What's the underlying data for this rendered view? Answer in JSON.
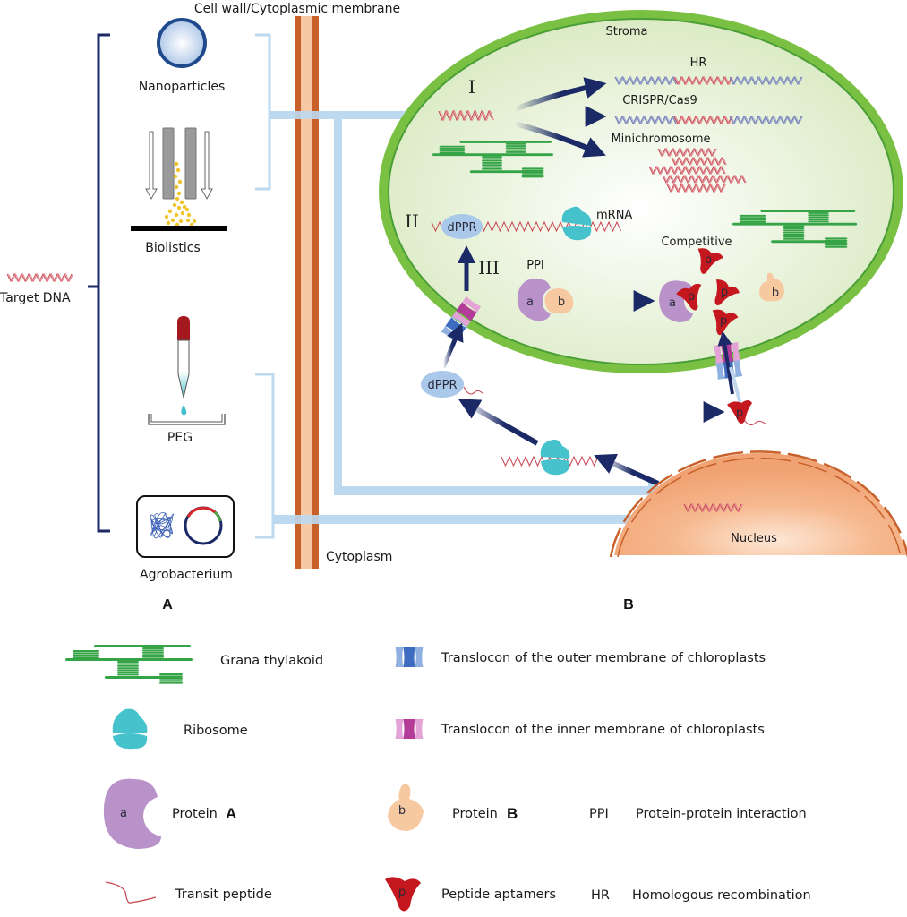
{
  "figure": {
    "top_label": "Cell wall/Cytoplasmic membrane",
    "cytoplasm_label": "Cytoplasm",
    "target_dna_label": "Target DNA",
    "panel_a": "A",
    "panel_b": "B"
  },
  "delivery_methods": [
    {
      "id": "nanoparticles",
      "label": "Nanoparticles"
    },
    {
      "id": "biolistics",
      "label": "Biolistics"
    },
    {
      "id": "peg",
      "label": "PEG"
    },
    {
      "id": "agrobacterium",
      "label": "Agrobacterium"
    }
  ],
  "chloroplast": {
    "stroma_label": "Stroma",
    "route_i": "I",
    "route_ii": "II",
    "route_iii": "III",
    "outcomes": [
      "HR",
      "CRISPR/Cas9",
      "Minichromosome"
    ],
    "mrna_label": "mRNA",
    "dppr_label": "dPPR",
    "ppi_label": "PPI",
    "competitive_label": "Competitive",
    "protein_a_glyph": "a",
    "protein_b_glyph": "b",
    "aptamer_glyph": "p"
  },
  "cytoplasm": {
    "dppr_label": "dPPR",
    "aptamer_glyph": "p"
  },
  "nucleus": {
    "label": "Nucleus"
  },
  "legend": {
    "items": [
      {
        "icon": "grana-thylakoid-icon",
        "label": "Grana thylakoid"
      },
      {
        "icon": "translocon-outer-icon",
        "label": "Translocon of the outer membrane of chloroplasts"
      },
      {
        "icon": "ribosome-icon",
        "label": "Ribosome"
      },
      {
        "icon": "translocon-inner-icon",
        "label": "Translocon of the inner membrane of chloroplasts"
      },
      {
        "icon": "protein-a-icon",
        "label": "Protein",
        "bold": "A",
        "glyph": "a"
      },
      {
        "icon": "protein-b-icon",
        "label": "Protein",
        "bold": "B",
        "glyph": "b"
      },
      {
        "icon": "transit-peptide-icon",
        "label": "Transit peptide"
      },
      {
        "icon": "peptide-aptamer-icon",
        "label": "Peptide aptamers",
        "glyph": "p"
      }
    ],
    "abbreviations": [
      {
        "abbr": "PPI",
        "meaning": "Protein-protein interaction"
      },
      {
        "abbr": "HR",
        "meaning": "Homologous recombination"
      }
    ]
  },
  "colors": {
    "navy": "#1b2a66",
    "light_blue_arrow": "#bcd9ef",
    "membrane_dark": "#c8602a",
    "membrane_light": "#f6c9a4",
    "chloroplast_rim": "#7ac143",
    "chloroplast_fill": "#e6f0d4",
    "thylakoid": "#35a447",
    "dna_red": "#c8444f",
    "dna_blue": "#6a75b0",
    "ribosome": "#45c2cc",
    "protein_a": "#b892c9",
    "protein_b": "#f7c9a1",
    "aptamer": "#c4171e",
    "dppr": "#a9c8ea",
    "nucleus": "#f2a77a"
  }
}
